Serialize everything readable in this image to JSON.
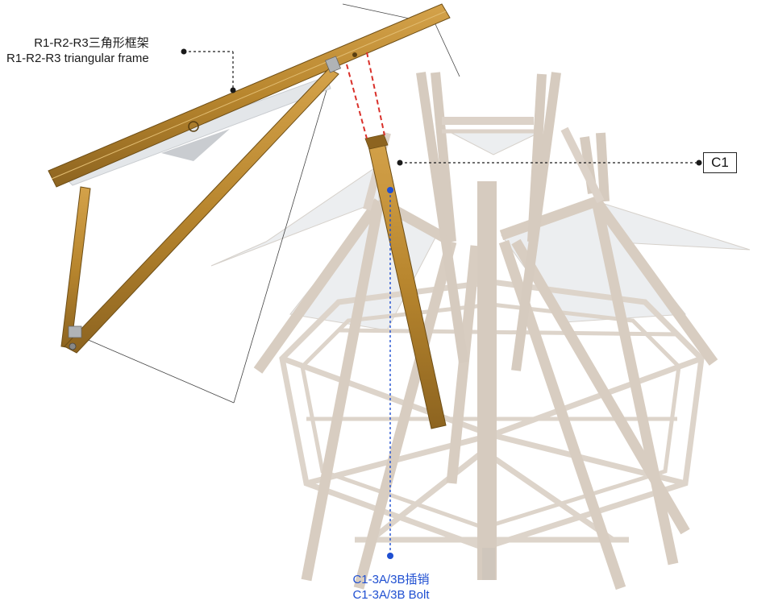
{
  "labels": {
    "frame_zh": "R1-R2-R3三角形框架",
    "frame_en": "R1-R2-R3 triangular frame",
    "c1": "C1",
    "bolt_zh": "C1-3A/3B插销",
    "bolt_en": "C1-3A/3B Bolt"
  },
  "colors": {
    "wood": "#b8862e",
    "wood_dark": "#7a5618",
    "ghost_wood": "#d9cfc4",
    "ghost_edge": "#b9aea2",
    "leader_black": "#1a1a1a",
    "leader_red": "#d9302a",
    "leader_blue": "#1f4fd1",
    "panel": "#e6e8ea"
  }
}
